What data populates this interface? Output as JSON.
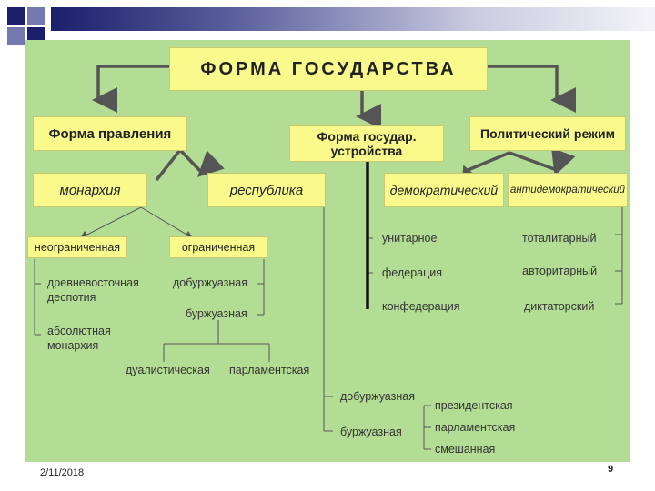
{
  "title": "ФОРМА ГОСУДАРСТВА",
  "level1": {
    "forma_pravleniya": "Форма правления",
    "forma_ustroistva_line1": "Форма государ.",
    "forma_ustroistva_line2": "устройства",
    "polit_rezhim": "Политический режим"
  },
  "level2": {
    "monarkhiya": "монархия",
    "respublika": "республика",
    "demokraticheskiy": "демократический",
    "antidemokraticheskiy": "антидемократический"
  },
  "monarchy_types": {
    "neogranichennaya": "неограниченная",
    "ogranichennaya": "ограниченная"
  },
  "unlimited": {
    "item1_line1": "древневосточная",
    "item1_line2": "деспотия",
    "item2_line1": "абсолютная",
    "item2_line2": "монархия"
  },
  "limited": {
    "item1": "добуржуазная",
    "item2": "буржуазная"
  },
  "bourgeois_monarchy": {
    "item1": "дуалистическая",
    "item2": "парламентская"
  },
  "structure": {
    "item1": "унитарное",
    "item2": "федерация",
    "item3": "конфедерация"
  },
  "anti_regimes": {
    "item1": "тоталитарный",
    "item2": "авторитарный",
    "item3": "диктаторский"
  },
  "republic": {
    "item1": "добуржуазная",
    "item2": "буржуазная"
  },
  "bourgeois_republic": {
    "item1": "президентская",
    "item2": "парламентская",
    "item3": "смешанная"
  },
  "footer": {
    "date": "2/11/2018",
    "page": "9"
  },
  "colors": {
    "panel": "#b3dd94",
    "box": "#fafa8c",
    "arrow": "#555555",
    "topbar": "#1b1f6b"
  }
}
